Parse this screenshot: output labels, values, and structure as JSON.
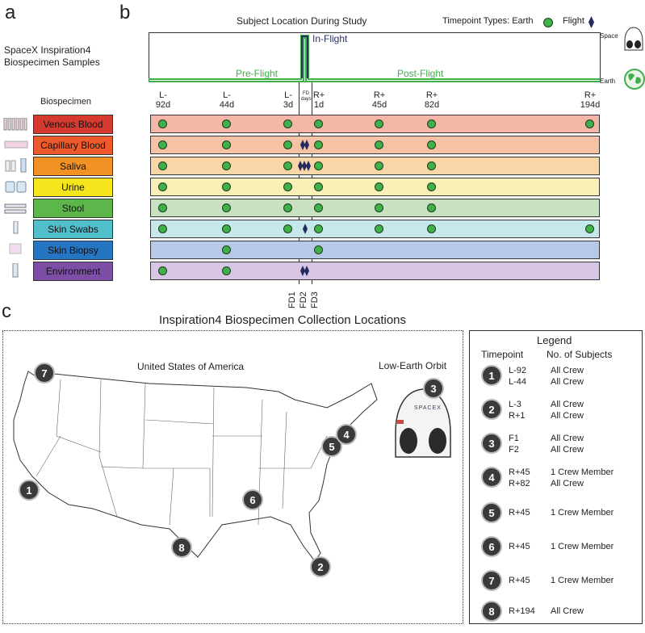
{
  "panels": {
    "a": "a",
    "b": "b",
    "c": "c"
  },
  "panel_a": {
    "title_line1": "SpaceX Inspiration4",
    "title_line2": "Biospecimen Samples",
    "header": "Biospecimen",
    "specimens": [
      {
        "label": "Venous Blood",
        "color": "#d63a2f",
        "band": "#f2b7a6"
      },
      {
        "label": "Capillary Blood",
        "color": "#ee5a2b",
        "band": "#f6c2a6"
      },
      {
        "label": "Saliva",
        "color": "#f39224",
        "band": "#f8d6a8"
      },
      {
        "label": "Urine",
        "color": "#f4e51c",
        "band": "#f8f0b6"
      },
      {
        "label": "Stool",
        "color": "#5cb64a",
        "band": "#c8e1c0"
      },
      {
        "label": "Skin Swabs",
        "color": "#50bfca",
        "band": "#c6e8ea"
      },
      {
        "label": "Skin Biopsy",
        "color": "#2575c2",
        "band": "#b8c9e8"
      },
      {
        "label": "Environment",
        "color": "#7d4ea6",
        "band": "#d8c6e4"
      }
    ]
  },
  "panel_b": {
    "title": "Subject Location During Study",
    "timepoint_types_label": "Timepoint Types: Earth",
    "flight_label": "Flight",
    "in_flight": "In-Flight",
    "pre_flight": "Pre-Flight",
    "post_flight": "Post-Flight",
    "space_label": "Space",
    "earth_label": "Earth",
    "fd_days": "FD days",
    "timepoints": [
      {
        "l1": "L-",
        "l2": "92d"
      },
      {
        "l1": "L-",
        "l2": "44d"
      },
      {
        "l1": "L-",
        "l2": "3d"
      },
      {
        "l1": "R+",
        "l2": "1d"
      },
      {
        "l1": "R+",
        "l2": "45d"
      },
      {
        "l1": "R+",
        "l2": "82d"
      },
      {
        "l1": "R+",
        "l2": "194d"
      }
    ],
    "flight_days": [
      "FD1",
      "FD2",
      "FD3"
    ],
    "earth_collections": [
      [
        1,
        1,
        1,
        1,
        1,
        1,
        1
      ],
      [
        1,
        1,
        1,
        1,
        1,
        1,
        0
      ],
      [
        1,
        1,
        1,
        1,
        1,
        1,
        0
      ],
      [
        1,
        1,
        1,
        1,
        1,
        1,
        0
      ],
      [
        1,
        1,
        1,
        1,
        1,
        1,
        0
      ],
      [
        1,
        1,
        1,
        1,
        1,
        1,
        1
      ],
      [
        0,
        1,
        0,
        1,
        0,
        0,
        0
      ],
      [
        1,
        1,
        0,
        0,
        0,
        0,
        0
      ]
    ],
    "flight_collections": [
      0,
      2,
      3,
      0,
      0,
      1,
      0,
      2
    ]
  },
  "panel_c": {
    "title": "Inspiration4 Biospecimen Collection Locations",
    "usa_label": "United States of America",
    "leo_label": "Low-Earth Orbit",
    "spacecraft_label": "SPACEX",
    "map_markers": [
      "1",
      "2",
      "3",
      "4",
      "5",
      "6",
      "7",
      "8"
    ],
    "legend": {
      "title": "Legend",
      "col_timepoint": "Timepoint",
      "col_subjects": "No. of Subjects",
      "rows": [
        {
          "num": "1",
          "tp1": "L-92",
          "tp2": "L-44",
          "s1": "All Crew",
          "s2": "All Crew"
        },
        {
          "num": "2",
          "tp1": "L-3",
          "tp2": "R+1",
          "s1": "All Crew",
          "s2": "All Crew"
        },
        {
          "num": "3",
          "tp1": "F1",
          "tp2": "F2",
          "s1": "All Crew",
          "s2": "All Crew"
        },
        {
          "num": "4",
          "tp1": "R+45",
          "tp2": "R+82",
          "s1": "1 Crew Member",
          "s2": "All Crew"
        },
        {
          "num": "5",
          "tp1": "R+45",
          "tp2": "",
          "s1": "1 Crew Member",
          "s2": ""
        },
        {
          "num": "6",
          "tp1": "R+45",
          "tp2": "",
          "s1": "1 Crew Member",
          "s2": ""
        },
        {
          "num": "7",
          "tp1": "R+45",
          "tp2": "",
          "s1": "1 Crew Member",
          "s2": ""
        },
        {
          "num": "8",
          "tp1": "R+194",
          "tp2": "",
          "s1": "All Crew",
          "s2": ""
        }
      ]
    }
  }
}
